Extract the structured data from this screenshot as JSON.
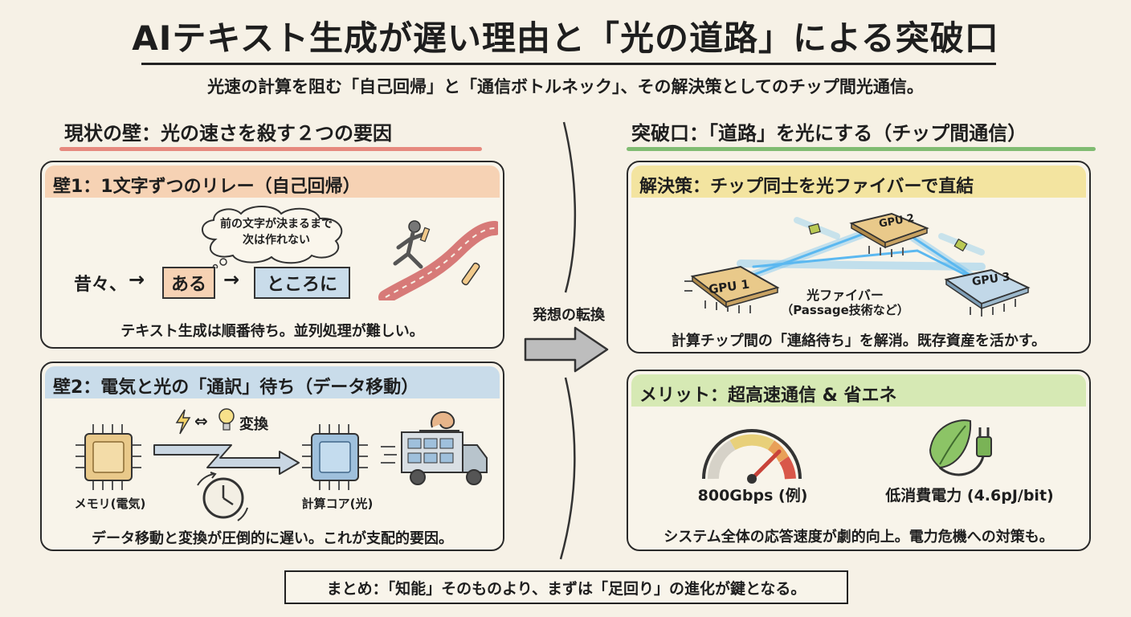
{
  "header": {
    "title": "AIテキスト生成が遅い理由と「光の道路」による突破口",
    "subtitle": "光速の計算を阻む「自己回帰」と「通信ボトルネック」、その解決策としてのチップ間光通信。"
  },
  "left": {
    "heading": "現状の壁：光の速さを殺す２つの要因",
    "wall1": {
      "title": "壁1：1文字ずつのリレー（自己回帰）",
      "thought": [
        "前の文字が決まるまで",
        "次は作れない"
      ],
      "word1": "昔々、",
      "arrow1": "→",
      "word2": "ある",
      "arrow2": "→",
      "word3": "ところに",
      "caption": "テキスト生成は順番待ち。並列処理が難しい。"
    },
    "wall2": {
      "title": "壁2：電気と光の「通訳」待ち（データ移動）",
      "convert_symbol": "⇔",
      "convert_label": "変換",
      "memory_label": "メモリ(電気)",
      "core_label": "計算コア(光)",
      "caption": "データ移動と変換が圧倒的に遅い。これが支配的要因。"
    }
  },
  "middle": {
    "label": "発想の転換"
  },
  "right": {
    "heading": "突破口：「道路」を光にする（チップ間通信）",
    "solution": {
      "title": "解決策：チップ同士を光ファイバーで直結",
      "gpu1": "GPU 1",
      "gpu2": "GPU 2",
      "gpu3": "GPU 3",
      "fiber_label": "光ファイバー",
      "fiber_sub": "（Passage技術など）",
      "caption": "計算チップ間の「連絡待ち」を解消。既存資産を活かす。"
    },
    "merit": {
      "title": "メリット：超高速通信 & 省エネ",
      "speed_label": "800Gbps (例)",
      "power_label": "低消費電力 (4.6pJ/bit)",
      "caption": "システム全体の応答速度が劇的向上。電力危機への対策も。"
    }
  },
  "summary": "まとめ：「知能」そのものより、まずは「足回り」の進化が鍵となる。",
  "colors": {
    "background": "#f6f1e6",
    "wall1_band": "#f6d2b4",
    "wall2_band": "#c9dcea",
    "solution_band": "#f3e4a0",
    "merit_band": "#d6e9b4",
    "red_underline": "#e3776b",
    "green_underline": "#6bb35d",
    "fiber_blue": "#5bb8f0"
  }
}
